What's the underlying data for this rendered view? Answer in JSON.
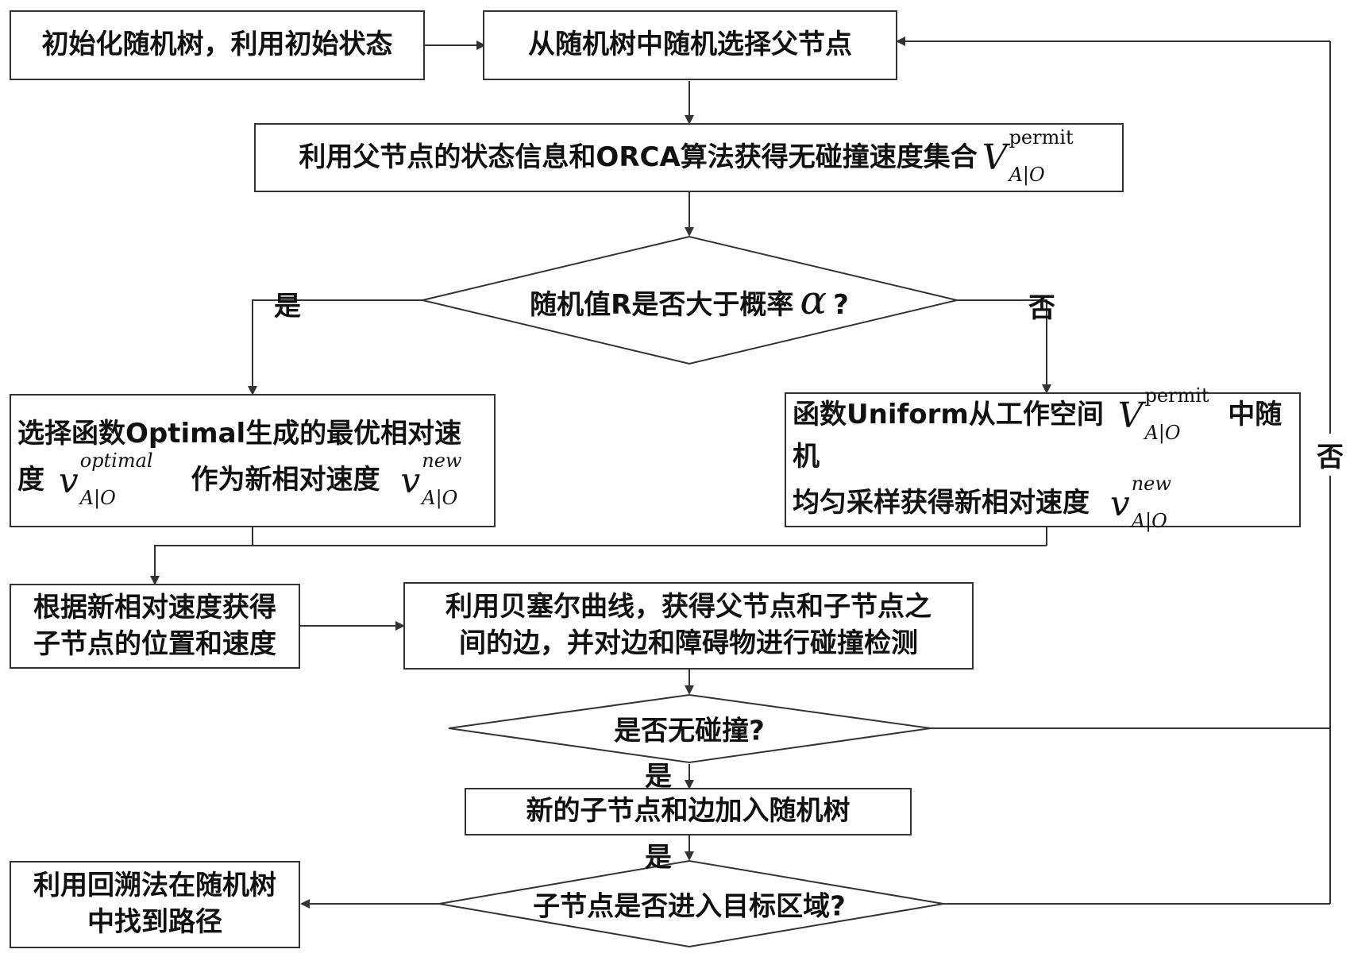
{
  "nodes": {
    "init": "初始化随机树，利用初始状态",
    "select_parent": "从随机树中随机选择父节点",
    "orca": "利用父节点的状态信息和ORCA算法获得无碰撞速度集合",
    "decision_random": "随机值R是否大于概率",
    "decision_random_tail": "?",
    "optimal_line1": "选择函数Optimal生成的最优相对速",
    "optimal_line2a": "度",
    "optimal_line2b": "作为新相对速度",
    "uniform_line1a": "函数Uniform从工作空间",
    "uniform_line1b": "中随机",
    "uniform_line2": "均匀采样获得新相对速度",
    "child_state_line1": "根据新相对速度获得",
    "child_state_line2": "子节点的位置和速度",
    "bezier_line1": "利用贝塞尔曲线，获得父节点和子节点之",
    "bezier_line2": "间的边，并对边和障碍物进行碰撞检测",
    "decision_collision": "是否无碰撞?",
    "add_node": "新的子节点和边加入随机树",
    "decision_goal": "子节点是否进入目标区域?",
    "backtrack_line1": "利用回溯法在随机树",
    "backtrack_line2": "中找到路径"
  },
  "symbols": {
    "V": "V",
    "v": "v",
    "alpha": "α",
    "permit": "permit",
    "optimal": "optimal",
    "new": "new",
    "sub": "A|O"
  },
  "edge_labels": {
    "yes": "是",
    "no": "否"
  }
}
